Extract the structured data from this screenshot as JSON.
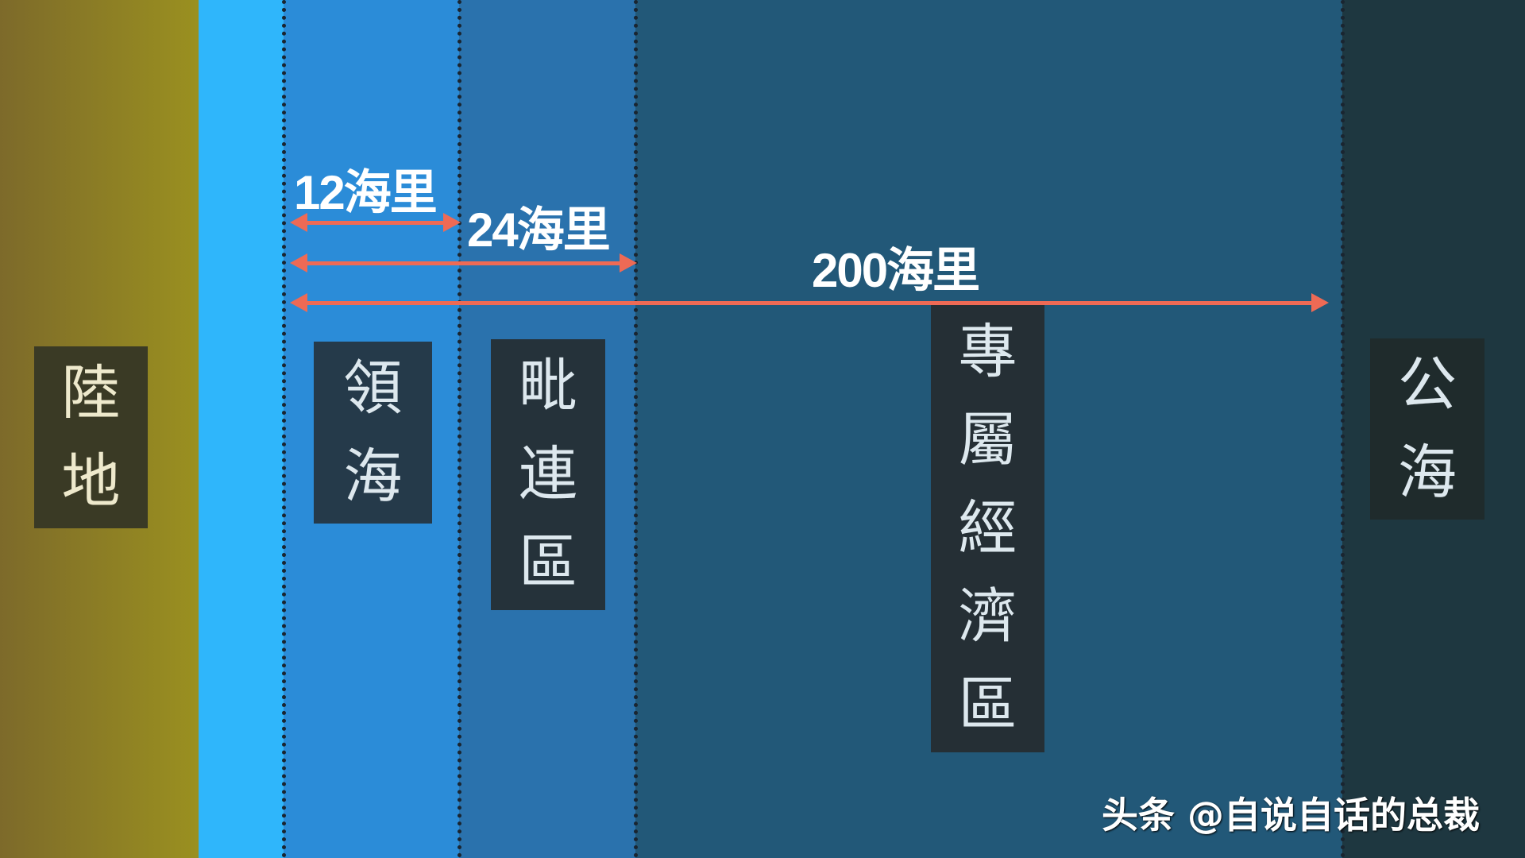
{
  "colors": {
    "land": "#8a7a22",
    "coast": "#2fb6fb",
    "territorial_sea": "#2b8cd8",
    "contiguous_zone": "#2a72ad",
    "eez": "#225878",
    "high_seas": "#1e3740",
    "arrow": "#ee6a55",
    "label_box": "#253540",
    "label_text": "#dde8ee",
    "land_label_text": "#eee9cc"
  },
  "zones": {
    "land": {
      "label": [
        "陸",
        "地"
      ]
    },
    "territorial_sea": {
      "label": [
        "領",
        "海"
      ]
    },
    "contiguous_zone": {
      "label": [
        "毗",
        "連",
        "區"
      ]
    },
    "eez": {
      "label": [
        "專",
        "屬",
        "經",
        "濟",
        "區"
      ]
    },
    "high_seas": {
      "label": [
        "公",
        "海"
      ]
    }
  },
  "distances": {
    "d12": "12海里",
    "d24": "24海里",
    "d200": "200海里"
  },
  "watermark": "头条 @自说自话的总裁"
}
